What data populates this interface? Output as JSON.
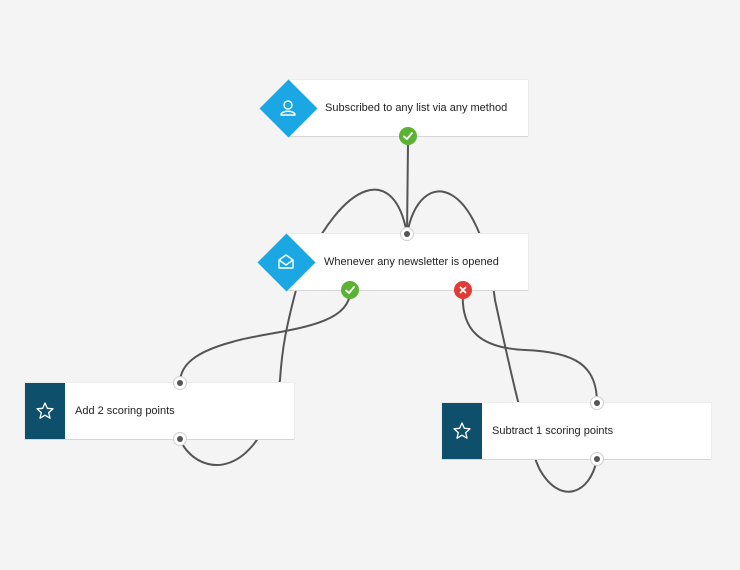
{
  "colors": {
    "background": "#f4f4f4",
    "trigger": "#1aa7e3",
    "action": "#0e4f6b",
    "yes": "#5cb233",
    "no": "#e03b35",
    "connector": "#555555"
  },
  "nodes": {
    "subscribed": {
      "label": "Subscribed to any list via any method",
      "icon": "user-icon"
    },
    "newsletter": {
      "label": "Whenever any newsletter is opened",
      "icon": "envelope-icon"
    },
    "add": {
      "label": "Add 2 scoring points",
      "icon": "star-icon"
    },
    "subtract": {
      "label": "Subtract 1 scoring points",
      "icon": "star-icon"
    }
  }
}
